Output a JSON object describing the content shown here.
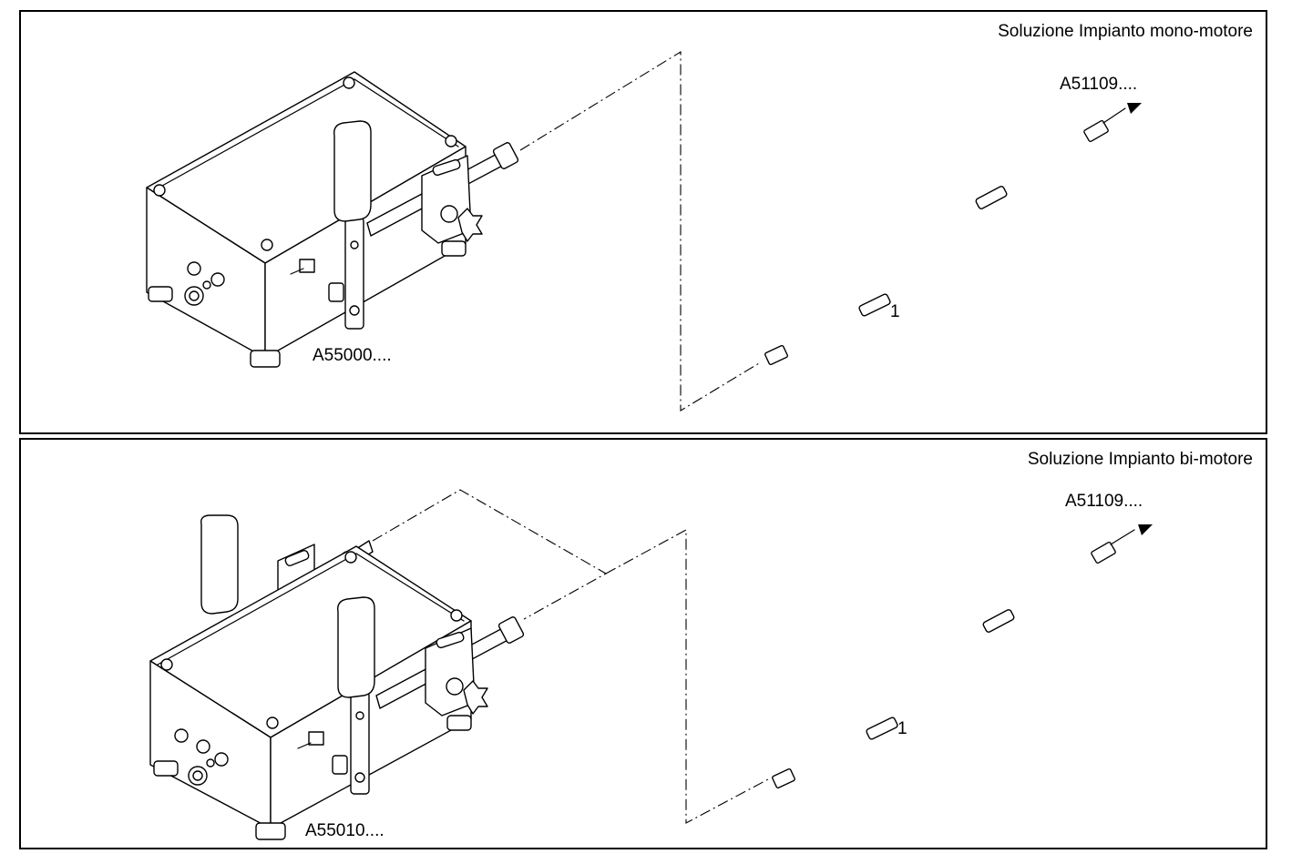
{
  "panels": [
    {
      "title": "Soluzione Impianto mono-motore",
      "unit_code": "A55000....",
      "cable_code": "A51109....",
      "callout": "1"
    },
    {
      "title": "Soluzione Impianto bi-motore",
      "unit_code": "A55010....",
      "cable_code": "A51109....",
      "callout": "1"
    }
  ]
}
